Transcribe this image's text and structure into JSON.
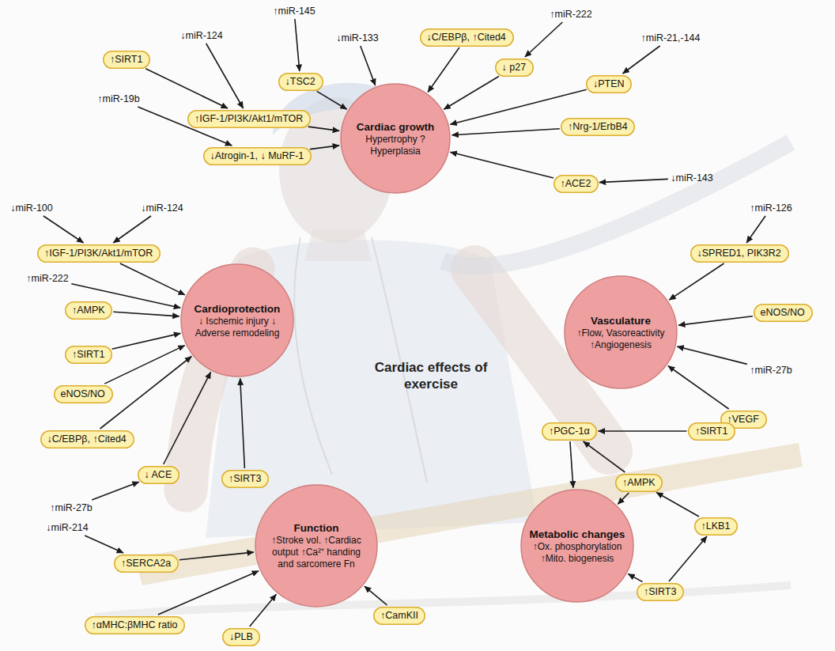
{
  "diagram": {
    "title": "Cardiac effects of exercise",
    "nodes": [
      {
        "text": [
          "↑SIRT1"
        ]
      },
      {
        "text": [
          "↓C/EBPβ, ↑Cited4"
        ]
      },
      {
        "text": [
          "↓ p27"
        ]
      },
      {
        "text": [
          "↓TSC2"
        ]
      },
      {
        "text": [
          "↓PTEN"
        ]
      },
      {
        "text": [
          "↑IGF-1/PI3K/Akt1/mTOR"
        ]
      },
      {
        "text": [
          "↑Nrg-1/ErbB4"
        ]
      },
      {
        "text": [
          "Cardiac growth",
          "Hypertrophy ?Hyperplasia"
        ]
      },
      {
        "text": [
          "↓Atrogin-1, ↓ MuRF-1"
        ]
      },
      {
        "text": [
          "↑ACE2"
        ]
      },
      {
        "text": [
          "↑IGF-1/PI3K/Akt1/mTOR"
        ]
      },
      {
        "text": [
          "↓SPRED1, PIK3R2"
        ]
      },
      {
        "text": [
          "↑AMPK"
        ]
      },
      {
        "text": [
          "Cardioprotection",
          "↓ Ischemic injury ↓ Adverse remodeling"
        ]
      },
      {
        "text": [
          "eNOS/NO"
        ]
      },
      {
        "text": [
          "Vasculature",
          "↑Flow, Vasoreactivity ↑Angiogenesis"
        ]
      },
      {
        "text": [
          "↑SIRT1"
        ]
      },
      {
        "text": [
          "eNOS/NO"
        ]
      },
      {
        "text": [
          "↑VEGF"
        ]
      },
      {
        "text": [
          "↑PGC-1α"
        ]
      },
      {
        "text": [
          "↑SIRT1"
        ]
      },
      {
        "text": [
          "↓C/EBPβ, ↑Cited4"
        ]
      },
      {
        "text": [
          "↓ ACE"
        ]
      },
      {
        "text": [
          "↑SIRT3"
        ]
      },
      {
        "text": [
          "↑AMPK"
        ]
      },
      {
        "text": [
          "↑LKB1"
        ]
      },
      {
        "text": [
          "Function",
          "↑Stroke vol. ↑Cardiac output ↑Ca²⁺ handing and sarcomere Fn"
        ]
      },
      {
        "text": [
          "Metabolic changes",
          "↑Ox. phosphorylation ↑Mito. biogenesis"
        ]
      },
      {
        "text": [
          "↑SERCA2a"
        ]
      },
      {
        "text": [
          "↑SIRT3"
        ]
      },
      {
        "text": [
          "↑CamKII"
        ]
      },
      {
        "text": [
          "↑αMHC:βMHC ratio"
        ]
      },
      {
        "text": [
          "↓PLB"
        ]
      }
    ],
    "edges": [
      {
        "from": 0,
        "to": 5,
        "arrow": "to"
      },
      {
        "from": 5,
        "to": 7,
        "arrow": "to"
      },
      {
        "from": 3,
        "to": 7,
        "arrow": "to"
      },
      {
        "from": 1,
        "to": 7,
        "arrow": "to"
      },
      {
        "from": 2,
        "to": 7,
        "arrow": "to"
      },
      {
        "from": 4,
        "to": 7,
        "arrow": "to"
      },
      {
        "from": 6,
        "to": 7,
        "arrow": "to"
      },
      {
        "from": 9,
        "to": 7,
        "arrow": "to"
      },
      {
        "from": 8,
        "to": 7,
        "arrow": "to"
      },
      {
        "from": 10,
        "to": 13,
        "arrow": "to"
      },
      {
        "from": 12,
        "to": 13,
        "arrow": "to"
      },
      {
        "from": 16,
        "to": 13,
        "arrow": "to"
      },
      {
        "from": 17,
        "to": 13,
        "arrow": "to"
      },
      {
        "from": 21,
        "to": 13,
        "arrow": "to"
      },
      {
        "from": 22,
        "to": 13,
        "arrow": "to"
      },
      {
        "from": 23,
        "to": 13,
        "arrow": "to"
      },
      {
        "from": 11,
        "to": 15,
        "arrow": "to"
      },
      {
        "from": 14,
        "to": 15,
        "arrow": "to"
      },
      {
        "from": 18,
        "to": 15,
        "arrow": "to"
      },
      {
        "from": 28,
        "to": 26,
        "arrow": "to"
      },
      {
        "from": 31,
        "to": 26,
        "arrow": "to"
      },
      {
        "from": 32,
        "to": 26,
        "arrow": "to"
      },
      {
        "from": 30,
        "to": 26,
        "arrow": "to"
      },
      {
        "from": 19,
        "to": 27,
        "arrow": "to"
      },
      {
        "from": 20,
        "to": 19,
        "arrow": "to"
      },
      {
        "from": 24,
        "to": 19,
        "arrow": "to"
      },
      {
        "from": 24,
        "to": 27,
        "arrow": "to"
      },
      {
        "from": 25,
        "to": 24,
        "arrow": "to"
      },
      {
        "from": 29,
        "to": 25,
        "arrow": "to"
      },
      {
        "from": 29,
        "to": 27,
        "arrow": "to"
      }
    ],
    "labels": [
      "↑miR-145",
      "↓miR-124",
      "↓miR-133",
      "↑miR-222",
      "↑miR-21,-144",
      "↑miR-19b",
      "↓miR-143",
      "↓miR-100",
      "↓miR-124",
      "↑miR-222",
      "↑miR-27b",
      "↑miR-126",
      "↑miR-27b",
      "↓miR-214"
    ]
  }
}
